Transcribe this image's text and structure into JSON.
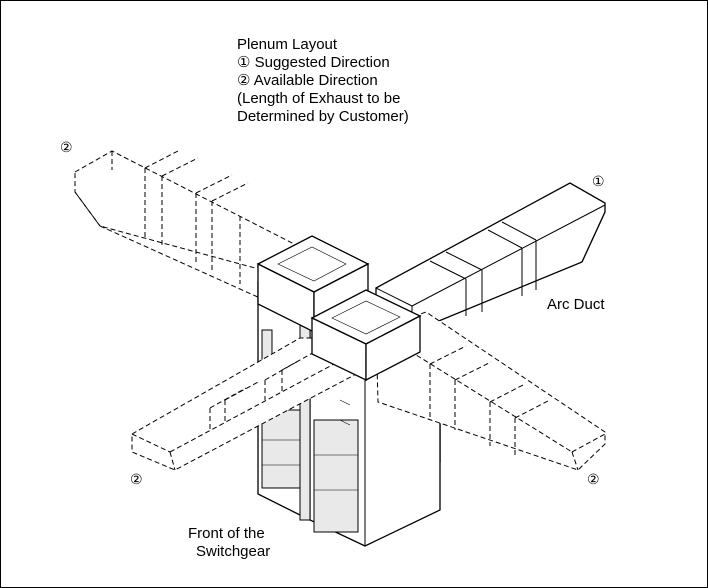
{
  "title_lines": [
    "Plenum Layout",
    "① Suggested Direction",
    "② Available Direction",
    "(Length of Exhaust to be",
    "Determined by Customer)"
  ],
  "markers": {
    "suggested": "①",
    "available": "②"
  },
  "labels": {
    "arc_duct": "Arc Duct",
    "front_line1": "Front of the",
    "front_line2": "Switchgear"
  }
}
